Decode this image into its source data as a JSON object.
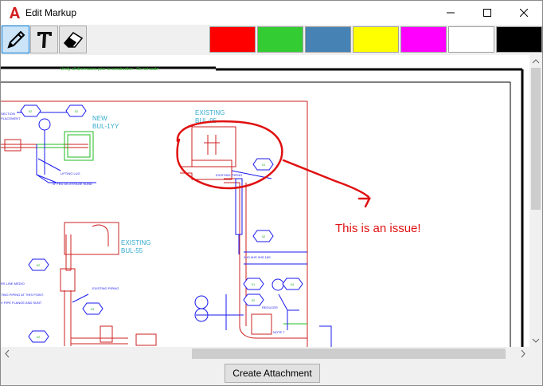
{
  "window": {
    "title": "Edit Markup",
    "app_icon": "autocad-a-icon",
    "controls": [
      "minimize-icon",
      "maximize-icon",
      "close-icon"
    ]
  },
  "toolbar": {
    "tools": [
      {
        "name": "pen",
        "icon": "pencil-icon",
        "active": true
      },
      {
        "name": "text",
        "icon": "text-t-icon",
        "active": false
      },
      {
        "name": "eraser",
        "icon": "eraser-icon",
        "active": false
      }
    ],
    "colors": [
      "#ff0000",
      "#33cc33",
      "#4682b4",
      "#ffff00",
      "#ff00ff",
      "#ffffff",
      "#000000"
    ]
  },
  "drawing": {
    "note_top": "Verify all dimensions prior to construction - Do not scale",
    "labels": {
      "new_bul": "NEW",
      "new_bul_id": "BUL-1YY",
      "existing1": "EXISTING",
      "existing1_id": "BUL-95",
      "existing2": "EXISTING",
      "existing2_id": "BUL-55",
      "section": "SECTION",
      "placement": "PLACEMENT",
      "lifting": "LIFTING LUG",
      "existing_piping": "EXISTING PIPING",
      "reducer": "REDUCER"
    },
    "markup_text": "This is an issue!"
  },
  "footer": {
    "create_button": "Create Attachment"
  }
}
